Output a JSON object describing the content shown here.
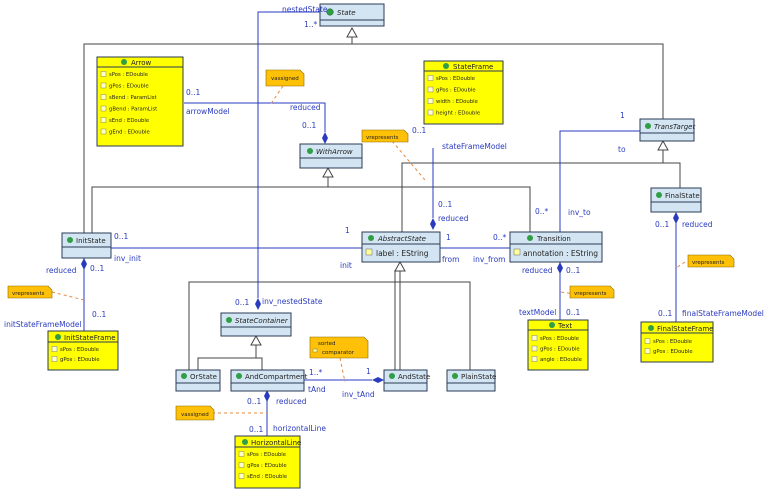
{
  "classes": {
    "state": {
      "name": "State"
    },
    "arrow": {
      "name": "Arrow",
      "attrs": [
        "sPos : EDouble",
        "gPos : EDouble",
        "sBend : ParamList",
        "gBend : ParamList",
        "sEnd : EDouble",
        "gEnd : EDouble"
      ]
    },
    "stateframe": {
      "name": "StateFrame",
      "attrs": [
        "sPos : EDouble",
        "gPos : EDouble",
        "width : EDouble",
        "height : EDouble"
      ]
    },
    "withArrow": {
      "name": "WithArrow"
    },
    "transTarget": {
      "name": "TransTarget"
    },
    "finalState": {
      "name": "FinalState"
    },
    "initState": {
      "name": "InitState"
    },
    "abstractState": {
      "name": "AbstractState",
      "attrs": [
        "label : EString"
      ]
    },
    "transition": {
      "name": "Transition",
      "attrs": [
        "annotation : EString"
      ]
    },
    "stateContainer": {
      "name": "StateContainer"
    },
    "orState": {
      "name": "OrState"
    },
    "andCompartment": {
      "name": "AndCompartment"
    },
    "andState": {
      "name": "AndState"
    },
    "plainState": {
      "name": "PlainState"
    },
    "initStateFrame": {
      "name": "InitStateFrame",
      "attrs": [
        "sPos : EDouble",
        "gPos : EDouble"
      ]
    },
    "text": {
      "name": "Text",
      "attrs": [
        "sPos : EDouble",
        "gPos : EDouble",
        "angle : EDouble"
      ]
    },
    "finalStateFrame": {
      "name": "FinalStateFrame",
      "attrs": [
        "sPos : EDouble",
        "gPos : EDouble"
      ]
    },
    "horizontalLine": {
      "name": "HorizontalLine",
      "attrs": [
        "sPos : EDouble",
        "gPos : EDouble",
        "sEnd : EDouble"
      ]
    }
  },
  "notes": {
    "vassigned1": "vassigned",
    "vrepresents1": "vrepresents",
    "vrepresents2": "vrepresents",
    "vrepresents3": "vrepresents",
    "vrepresents4": "vrepresents",
    "vassigned2": "vassigned",
    "sorted": "sorted",
    "comparator": "comparator"
  },
  "labels": {
    "nestedState": "nestedState",
    "mult_1star_top": "1..*",
    "mult_01_arrow": "0..1",
    "arrowModel": "arrowModel",
    "reduced_wa": "reduced",
    "mult_01_wa": "0..1",
    "mult_01_sf": "0..1",
    "stateFrameModel": "stateFrameModel",
    "mult_01_as": "0..1",
    "reduced_as": "reduced",
    "mult_1_tt": "1",
    "to": "to",
    "mult_0star_inv": "0..*",
    "inv_to": "inv_to",
    "mult_01_fs": "0..1",
    "reduced_fs": "reduced",
    "mult_01_init": "0..1",
    "inv_init": "inv_init",
    "mult_1_as_left": "1",
    "init": "init",
    "mult_1_as_right": "1",
    "from": "from",
    "inv_from": "inv_from",
    "mult_0star_tr": "0..*",
    "reduced_init": "reduced",
    "mult_01_init2": "0..1",
    "mult_01_initframe": "0..1",
    "initStateFrameModel": "initStateFrameModel",
    "reduced_text": "reduced",
    "mult_01_text": "0..1",
    "textModel": "textModel",
    "mult_01_text2": "0..1",
    "mult_01_ns": "0..1",
    "inv_nestedState": "inv_nestedState",
    "mult_1star_ac": "1..*",
    "mult_1_ac": "1",
    "tAnd": "tAnd",
    "inv_tAnd": "inv_tAnd",
    "mult_01_hl": "0..1",
    "reduced_hl": "reduced",
    "horizontalLine_role": "horizontalLine",
    "mult_01_hl2": "0..1",
    "mult_01_ffs": "0..1",
    "finalStateFrameModel": "finalStateFrameModel"
  },
  "colors": {
    "classFill": "#d3e5f3",
    "classStroke": "#2b3a55",
    "attrClassFill": "#ffff00",
    "noteFill": "#ffc107",
    "assoc": "#2a3bc0",
    "inherit": "#444444",
    "dashed": "#e8893a"
  },
  "icons": {
    "class": "eclass-icon",
    "attribute": "eattribute-icon"
  }
}
